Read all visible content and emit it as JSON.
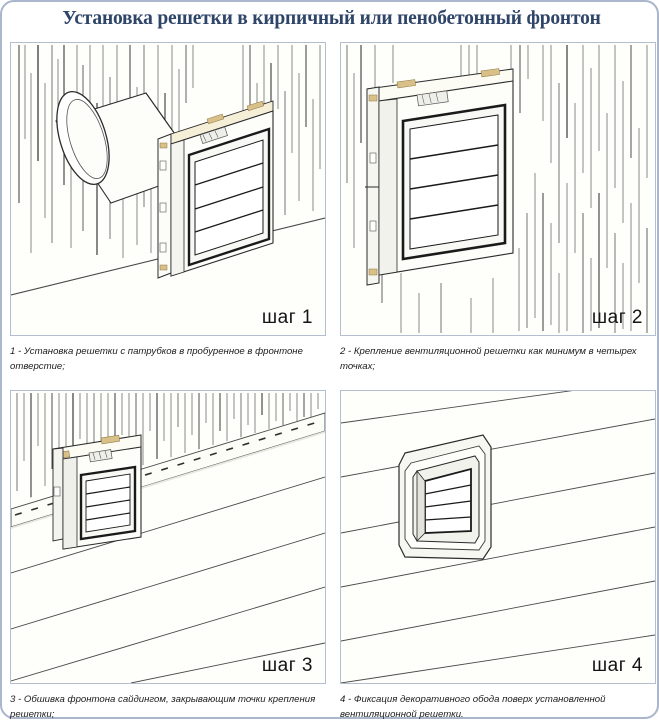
{
  "page": {
    "title": "Установка решетки в кирпичный или пенобетонный фронтон",
    "border_color": "#a9b6cb",
    "panel_border_color": "#b3bed1",
    "panel_background": "#fefefb",
    "title_color": "#2e4468",
    "ink_color": "#1b1b1b",
    "fastener_color": "#d9c089"
  },
  "panels": [
    {
      "step_label": "шаг 1",
      "caption": "1 - Установка решетки с патрубков в пробуренное в фронтоне отверстие;",
      "illustration": "vent-grille-with-duct-into-brick-wall-opening",
      "wall_type": "hatched-brick",
      "louver_count": 4
    },
    {
      "step_label": "шаг 2",
      "caption": "2 - Крепление вентиляционной решетки как минимум в четырех точках;",
      "illustration": "vent-grille-screwed-flush-to-wall",
      "wall_type": "hatched-brick",
      "louver_count": 4,
      "fastener_count": 4
    },
    {
      "step_label": "шаг 3",
      "caption": "3 - Обшивка фронтона сайдингом, закрывающим точки крепления решетки;",
      "illustration": "siding-panels-covering-wall-around-grille",
      "wall_type": "hatched-brick-with-siding",
      "louver_count": 4,
      "siding_course_count": 4
    },
    {
      "step_label": "шаг 4",
      "caption": "4 - Фиксация декоративного обода поверх установленной вентиляционной решетки.",
      "illustration": "decorative-trim-frame-over-grille-on-siding",
      "wall_type": "siding",
      "louver_count": 4,
      "siding_course_count": 5
    }
  ]
}
